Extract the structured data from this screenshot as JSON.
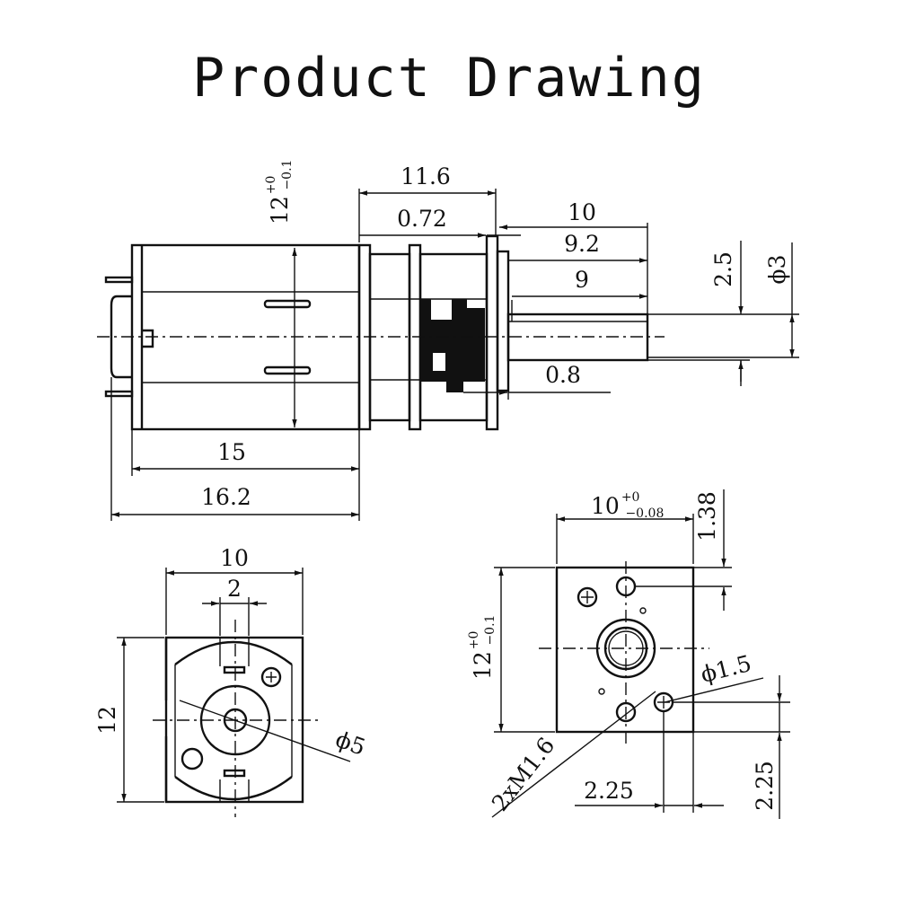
{
  "title": "Product Drawing",
  "side_view": {
    "overall_length": "11.6",
    "flange_gap": "0.72",
    "shaft_length": "10",
    "shaft_length_2": "9.2",
    "shaft_flat_length": "9",
    "shaft_flat_depth": "2.5",
    "shaft_diameter": "ϕ3",
    "shaft_offset": "0.8",
    "motor_length": "15",
    "motor_total_length": "16.2",
    "height_main": "12",
    "height_sup": "+0",
    "height_sub": "−0.1"
  },
  "rear_view": {
    "width": "10",
    "slot_width": "2",
    "height": "12",
    "boss_diameter": "ϕ5"
  },
  "front_view": {
    "width_main": "10",
    "width_sup": "+0",
    "width_sub": "−0.08",
    "height_main": "12",
    "height_sup": "+0",
    "height_sub": "−0.1",
    "hole_offset_top": "1.38",
    "hole_diameter": "ϕ1.5",
    "thread_spec": "2xM1.6",
    "hole_offset_x": "2.25",
    "hole_offset_y": "2.25"
  }
}
